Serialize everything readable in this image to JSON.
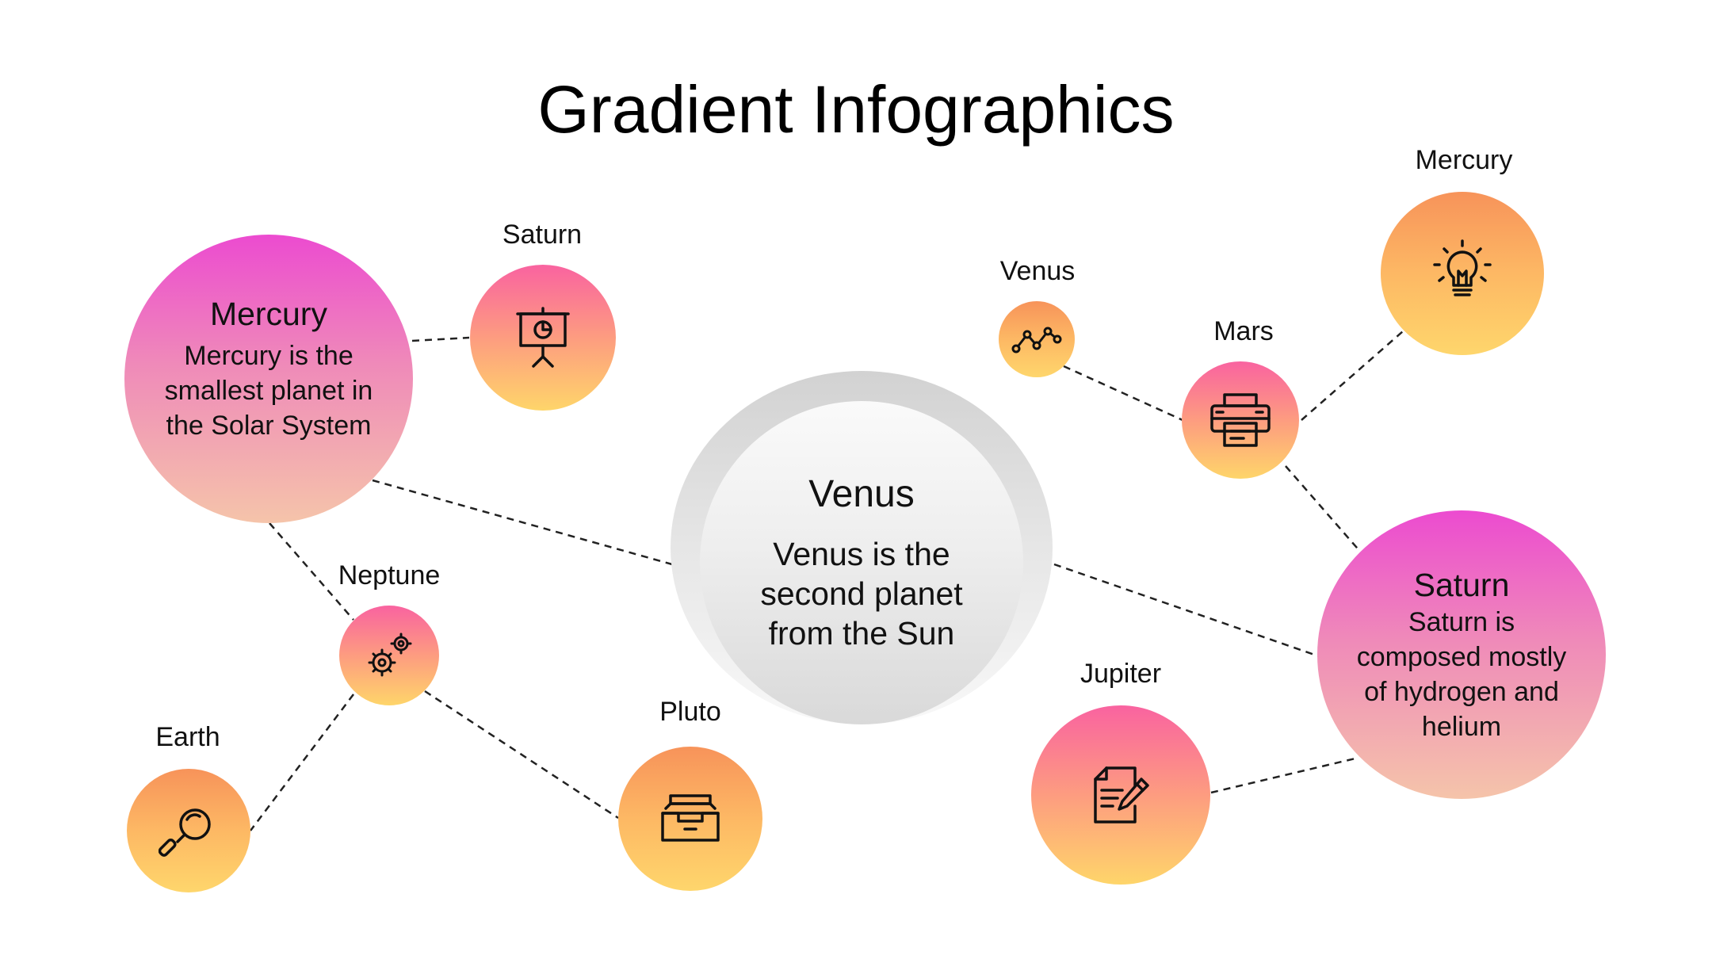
{
  "title": "Gradient Infographics",
  "center": {
    "heading": "Venus",
    "text": "Venus is the second planet from the Sun"
  },
  "left_big": {
    "heading": "Mercury",
    "text": "Mercury is the smallest planet in the Solar System"
  },
  "right_big": {
    "heading": "Saturn",
    "text": "Saturn is composed mostly of hydrogen and helium"
  },
  "icon_nodes": [
    {
      "label": "Saturn",
      "icon": "presentation-board-icon"
    },
    {
      "label": "Neptune",
      "icon": "gears-icon"
    },
    {
      "label": "Earth",
      "icon": "magnifier-icon"
    },
    {
      "label": "Pluto",
      "icon": "archive-box-icon"
    },
    {
      "label": "Venus",
      "icon": "line-graph-icon"
    },
    {
      "label": "Mars",
      "icon": "printer-icon"
    },
    {
      "label": "Mercury",
      "icon": "lightbulb-icon"
    },
    {
      "label": "Jupiter",
      "icon": "document-pen-icon"
    }
  ],
  "colors": {
    "gradient_pink_peach": [
      "#ec4bd0",
      "#f5c4aa"
    ],
    "gradient_pink_yellow": [
      "#f963a0",
      "#fed56a"
    ],
    "gradient_orange_yellow": [
      "#f7935a",
      "#fed66c"
    ],
    "center_gray": [
      "#fafafa",
      "#d9d9d9"
    ]
  }
}
